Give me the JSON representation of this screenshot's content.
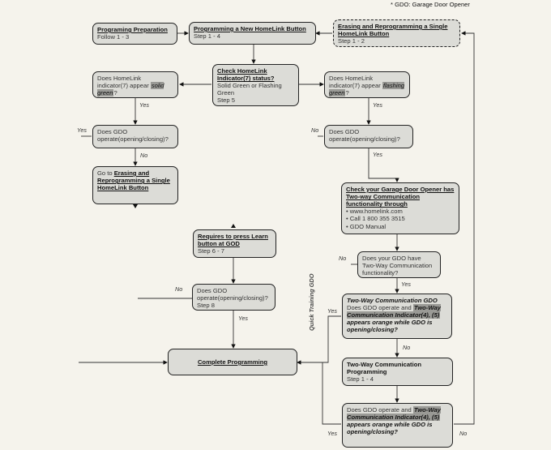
{
  "legend_note": "* GDO: Garage Door Opener",
  "side_label": "Quick Training GDO",
  "boxes": {
    "prep": {
      "title": "Programing Preparation",
      "sub": "Follow 1 - 3"
    },
    "program_new": {
      "title": "Programming a New HomeLink Button",
      "sub": "Step 1 - 4"
    },
    "erase": {
      "title": "Erasing and Reprogramming a Single HomeLink Button",
      "sub": "Step 1 - 2"
    },
    "check": {
      "title": "Check HomeLink Indicator(7) status?",
      "sub": "Solid Green or Flashing Green",
      "step": "Step 5"
    },
    "solid_q": {
      "pre": "Does HomeLink indicator(7) appear ",
      "hl": "solid green",
      "post": "?"
    },
    "flash_q": {
      "pre": "Does HomeLink indicator(7) appear ",
      "hl": "flashing green",
      "post": "?"
    },
    "gdo_left": {
      "text": "Does GDO operate(opening/closing)?"
    },
    "gdo_right": {
      "text": "Does GDO operate(opening/closing)?"
    },
    "goto_erase": {
      "pre": "Go to ",
      "link": "Erasing and Reprogramming a Single HomeLink Button"
    },
    "learn": {
      "title": "Requires to press Learn button at GOD",
      "sub": "Step 6 - 7"
    },
    "gdo_step8": {
      "text": "Does GDO operate(opening/closing)?",
      "sub": "Step 8"
    },
    "complete": {
      "title": "Complete Programming"
    },
    "check_twoway": {
      "title": "Check your Garage Door Opener has Two-way Communication functionality through",
      "items": [
        "www.homelink.com",
        "Call 1 800 355 3515",
        "GDO Manual"
      ]
    },
    "twoway_q": {
      "text": "Does your GDO have Two-Way Communication functionality?"
    },
    "twoway_gdo": {
      "header": "Two-Way Communication GDO",
      "pre": "Does GDO operate and ",
      "hl": "Two-Way Communication Indicator(4), (5)",
      "post": " appears orange while GDO is opening/closing?"
    },
    "twoway_prog": {
      "title": "Two-Way Communication Programming",
      "sub": "Step 1 - 4"
    },
    "final_q": {
      "pre": "Does GDO operate and ",
      "hl": "Two-Way Communication Indicator(4), (5)",
      "post": " appears orange while GDO is opening/closing?"
    }
  },
  "labels": {
    "yes": "Yes",
    "no": "No"
  }
}
